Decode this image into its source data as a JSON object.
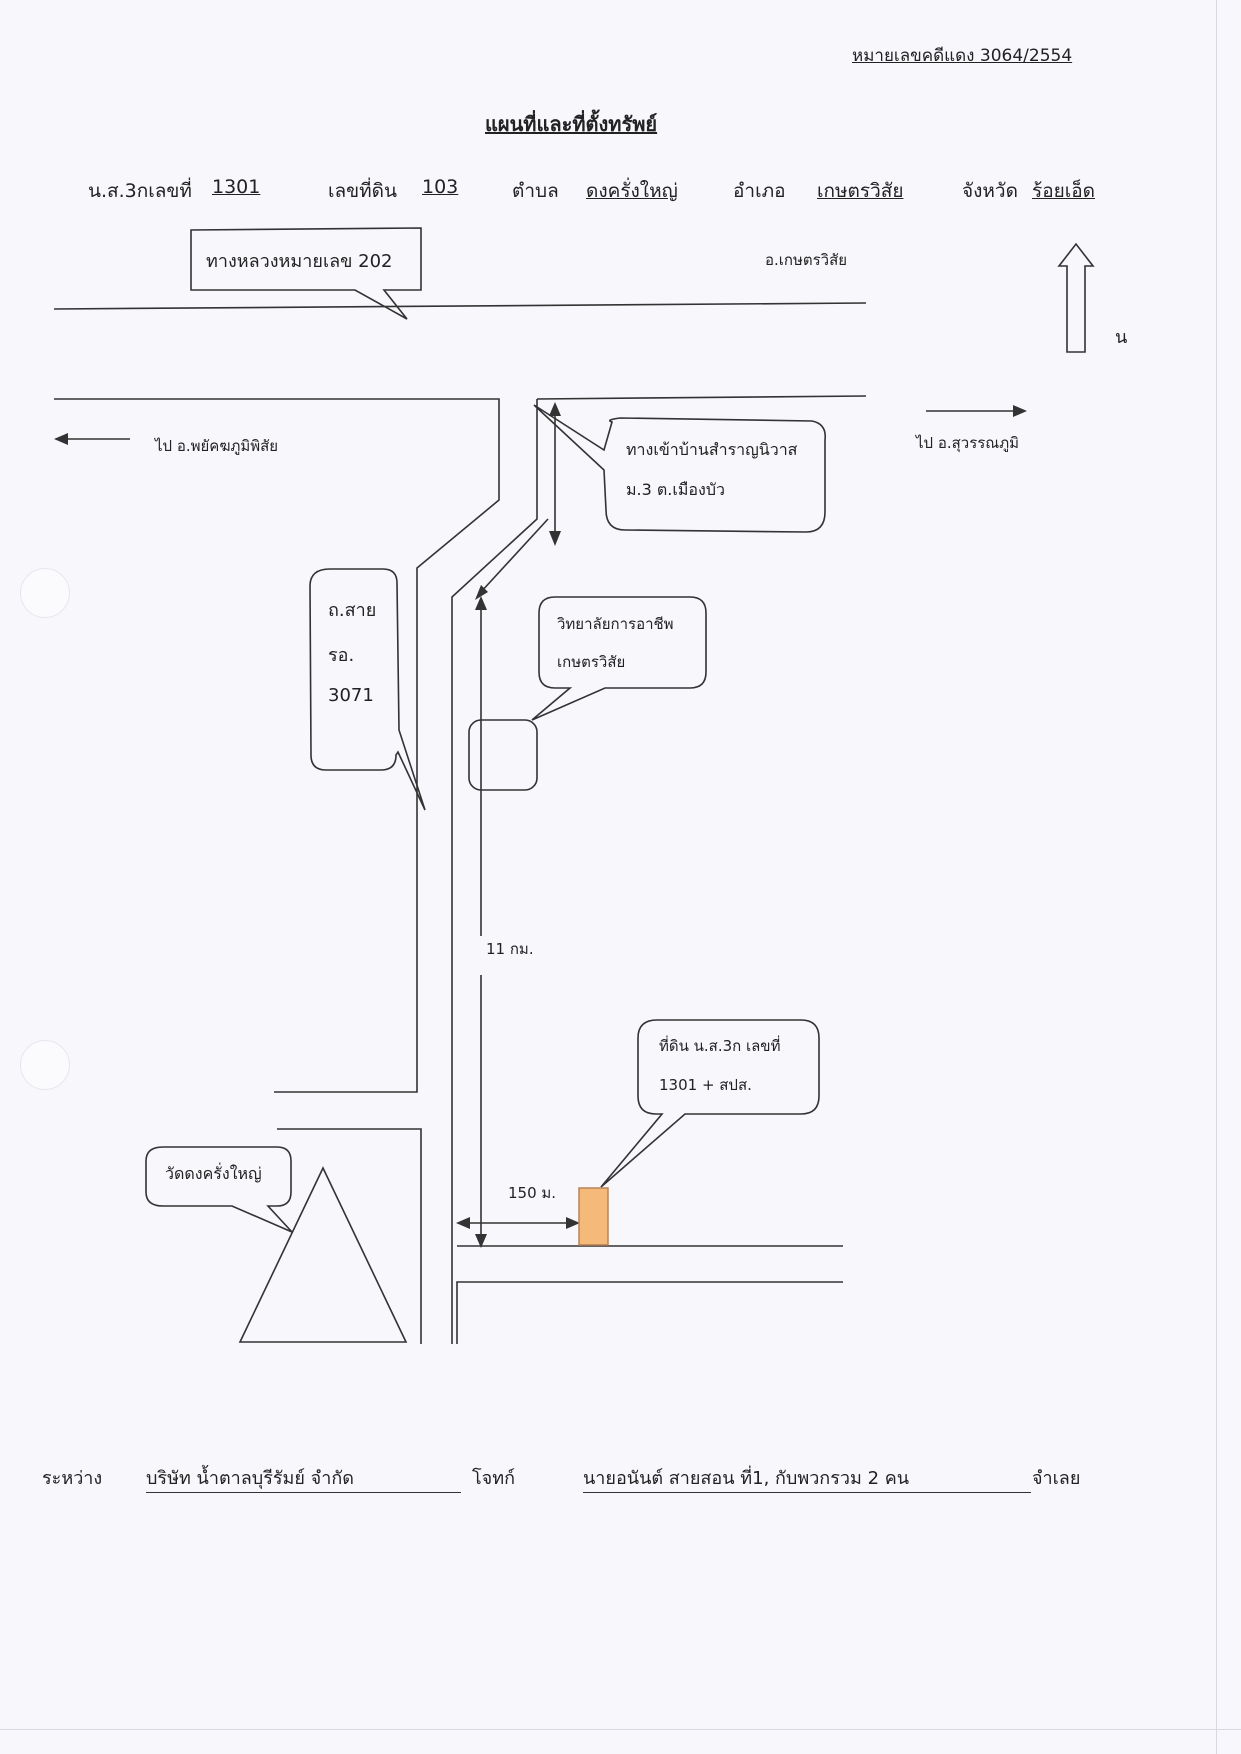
{
  "case_number": "หมายเลขคดีแดง  3064/2554",
  "title": "แผนที่และที่ตั้งทรัพย์",
  "header": {
    "title_deed_label": "น.ส.3กเลขที่",
    "title_deed_value": "1301",
    "land_no_label": "เลขที่ดิน",
    "land_no_value": "103",
    "subdistrict_label": "ตำบล",
    "subdistrict_value": "ดงครั่งใหญ่",
    "district_label": "อำเภอ",
    "district_value": "เกษตรวิสัย",
    "province_label": "จังหวัด",
    "province_value": "ร้อยเอ็ด"
  },
  "map": {
    "highway_callout": "ทางหลวงหมายเลข 202",
    "town_label": "อ.เกษตรวิสัย",
    "north_label": "น",
    "west_direction": "ไป อ.พยัคฆภูมิพิสัย",
    "east_direction": "ไป อ.สุวรรณภูมิ",
    "village_entrance_line1": "ทางเข้าบ้านสำราญนิวาส",
    "village_entrance_line2": "ม.3 ต.เมืองบัว",
    "road_callout_line1": "ถ.สาย",
    "road_callout_line2": "รอ.",
    "road_callout_line3": "3071",
    "college_line1": "วิทยาลัยการอาชีพ",
    "college_line2": "เกษตรวิสัย",
    "distance_long": "11 กม.",
    "distance_short": "150 ม.",
    "property_line1": "ที่ดิน น.ส.3ก เลขที่",
    "property_line2": "1301 + สปส.",
    "temple_label": "วัดดงครั่งใหญ่",
    "property_color": "#f5b97a"
  },
  "footer": {
    "between_label": "ระหว่าง",
    "plaintiff": "บริษัท น้ำตาลบุรีรัมย์ จำกัด",
    "plaintiff_label": "โจทก์",
    "defendant": "นายอนันต์  สายสอน  ที่1, กับพวกรวม 2 คน",
    "defendant_label": "จำเลย"
  }
}
